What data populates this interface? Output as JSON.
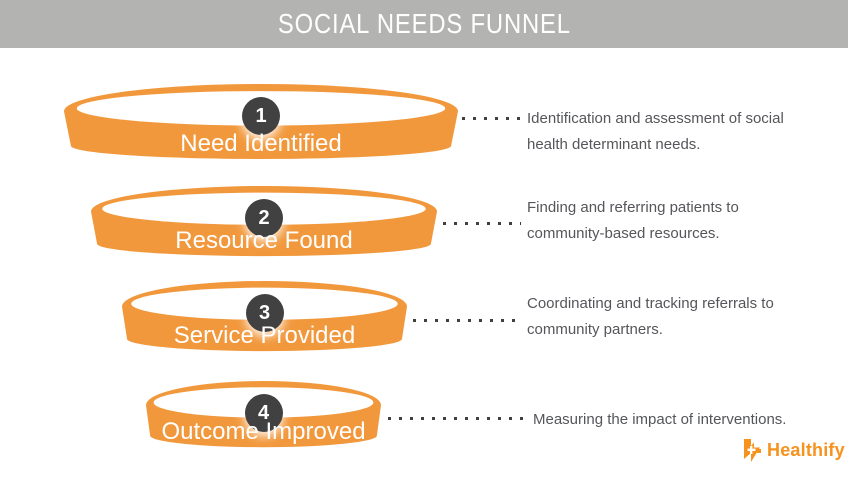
{
  "header": {
    "title": "SOCIAL NEEDS FUNNEL",
    "bg_color": "#b3b3b1"
  },
  "colors": {
    "funnel_orange": "#f2983c",
    "number_circle": "#414141",
    "description_text": "#55565a",
    "connector_dots": "#3f4040",
    "brand_orange": "#f6921e"
  },
  "funnel": {
    "tiers": [
      {
        "number": "1",
        "label": "Need Identified",
        "description": "Identification and assessment of social health determinant needs."
      },
      {
        "number": "2",
        "label": "Resource Found",
        "description": "Finding and referring patients to community-based resources."
      },
      {
        "number": "3",
        "label": "Service Provided",
        "description": "Coordinating and tracking referrals to community partners."
      },
      {
        "number": "4",
        "label": "Outcome Improved",
        "description": "Measuring the impact of interventions."
      }
    ]
  },
  "footer": {
    "brand": "Healthify",
    "logo_icon": "bolt-plus-icon"
  }
}
